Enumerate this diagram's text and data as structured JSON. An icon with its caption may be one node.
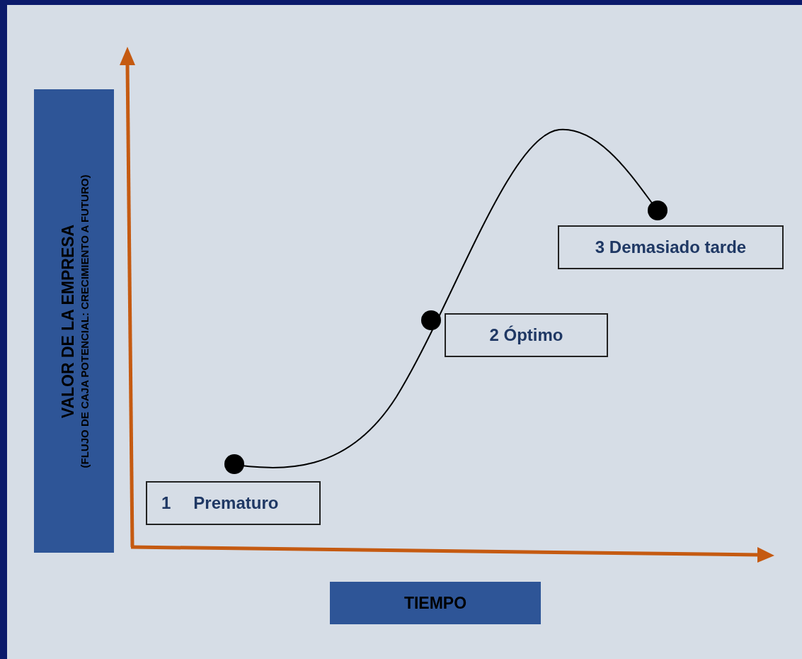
{
  "diagram": {
    "nodes": [
      {
        "text": [
          "VALOR DE LA EMPRESA",
          "(FLUJO DE CAJA POTENCIAL: CRECIMIENTO A FUTURO)"
        ]
      },
      {
        "text": [
          "1",
          "Prematuro"
        ]
      },
      {
        "text": [
          "2 Óptimo"
        ]
      },
      {
        "text": [
          "3 Demasiado tarde"
        ]
      },
      {
        "text": [
          "TIEMPO"
        ]
      }
    ]
  }
}
